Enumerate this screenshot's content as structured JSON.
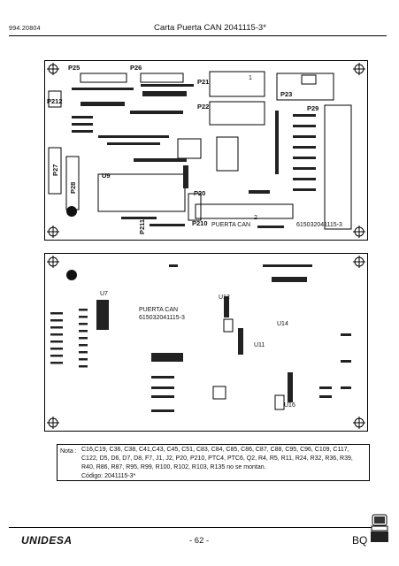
{
  "header": {
    "doc_number": "994.20804",
    "title": "Carta Puerta CAN 2041115-3*"
  },
  "top_board": {
    "connectors": [
      "P25",
      "P26",
      "P21",
      "P22",
      "P23",
      "P29",
      "P212",
      "P27",
      "P28",
      "P20",
      "P211",
      "P210"
    ],
    "ic_label": "U9",
    "board_name": "PUERTA CAN",
    "board_code": "615032041115-3",
    "pin_one": "1",
    "pin_two": "2"
  },
  "bottom_board": {
    "board_name": "PUERTA CAN",
    "board_code": "615032041115-3",
    "ic_labels": [
      "U7",
      "U12",
      "U11",
      "U14",
      "U16"
    ]
  },
  "note": {
    "label": "Nota :",
    "text": "C16,C19, C36, C38, C41,C43, C45, C51, C83, C84, C85, C86, C87, C88, C95, C96, C109, C117, C122, D5, D6, D7, D8, F7, J1, J2, P20, P210, PTC4, PTC6, Q2, R4, R5, R11, R24, R32, R36, R39, R40, R86, R87, R95, R99, R100, R102, R103, R135 no se montan.",
    "code": "Código: 2041115-3*"
  },
  "footer": {
    "brand": "UNIDESA",
    "page": "- 62 -",
    "section": "BQ",
    "machine_icon": "slot-machine-icon"
  }
}
